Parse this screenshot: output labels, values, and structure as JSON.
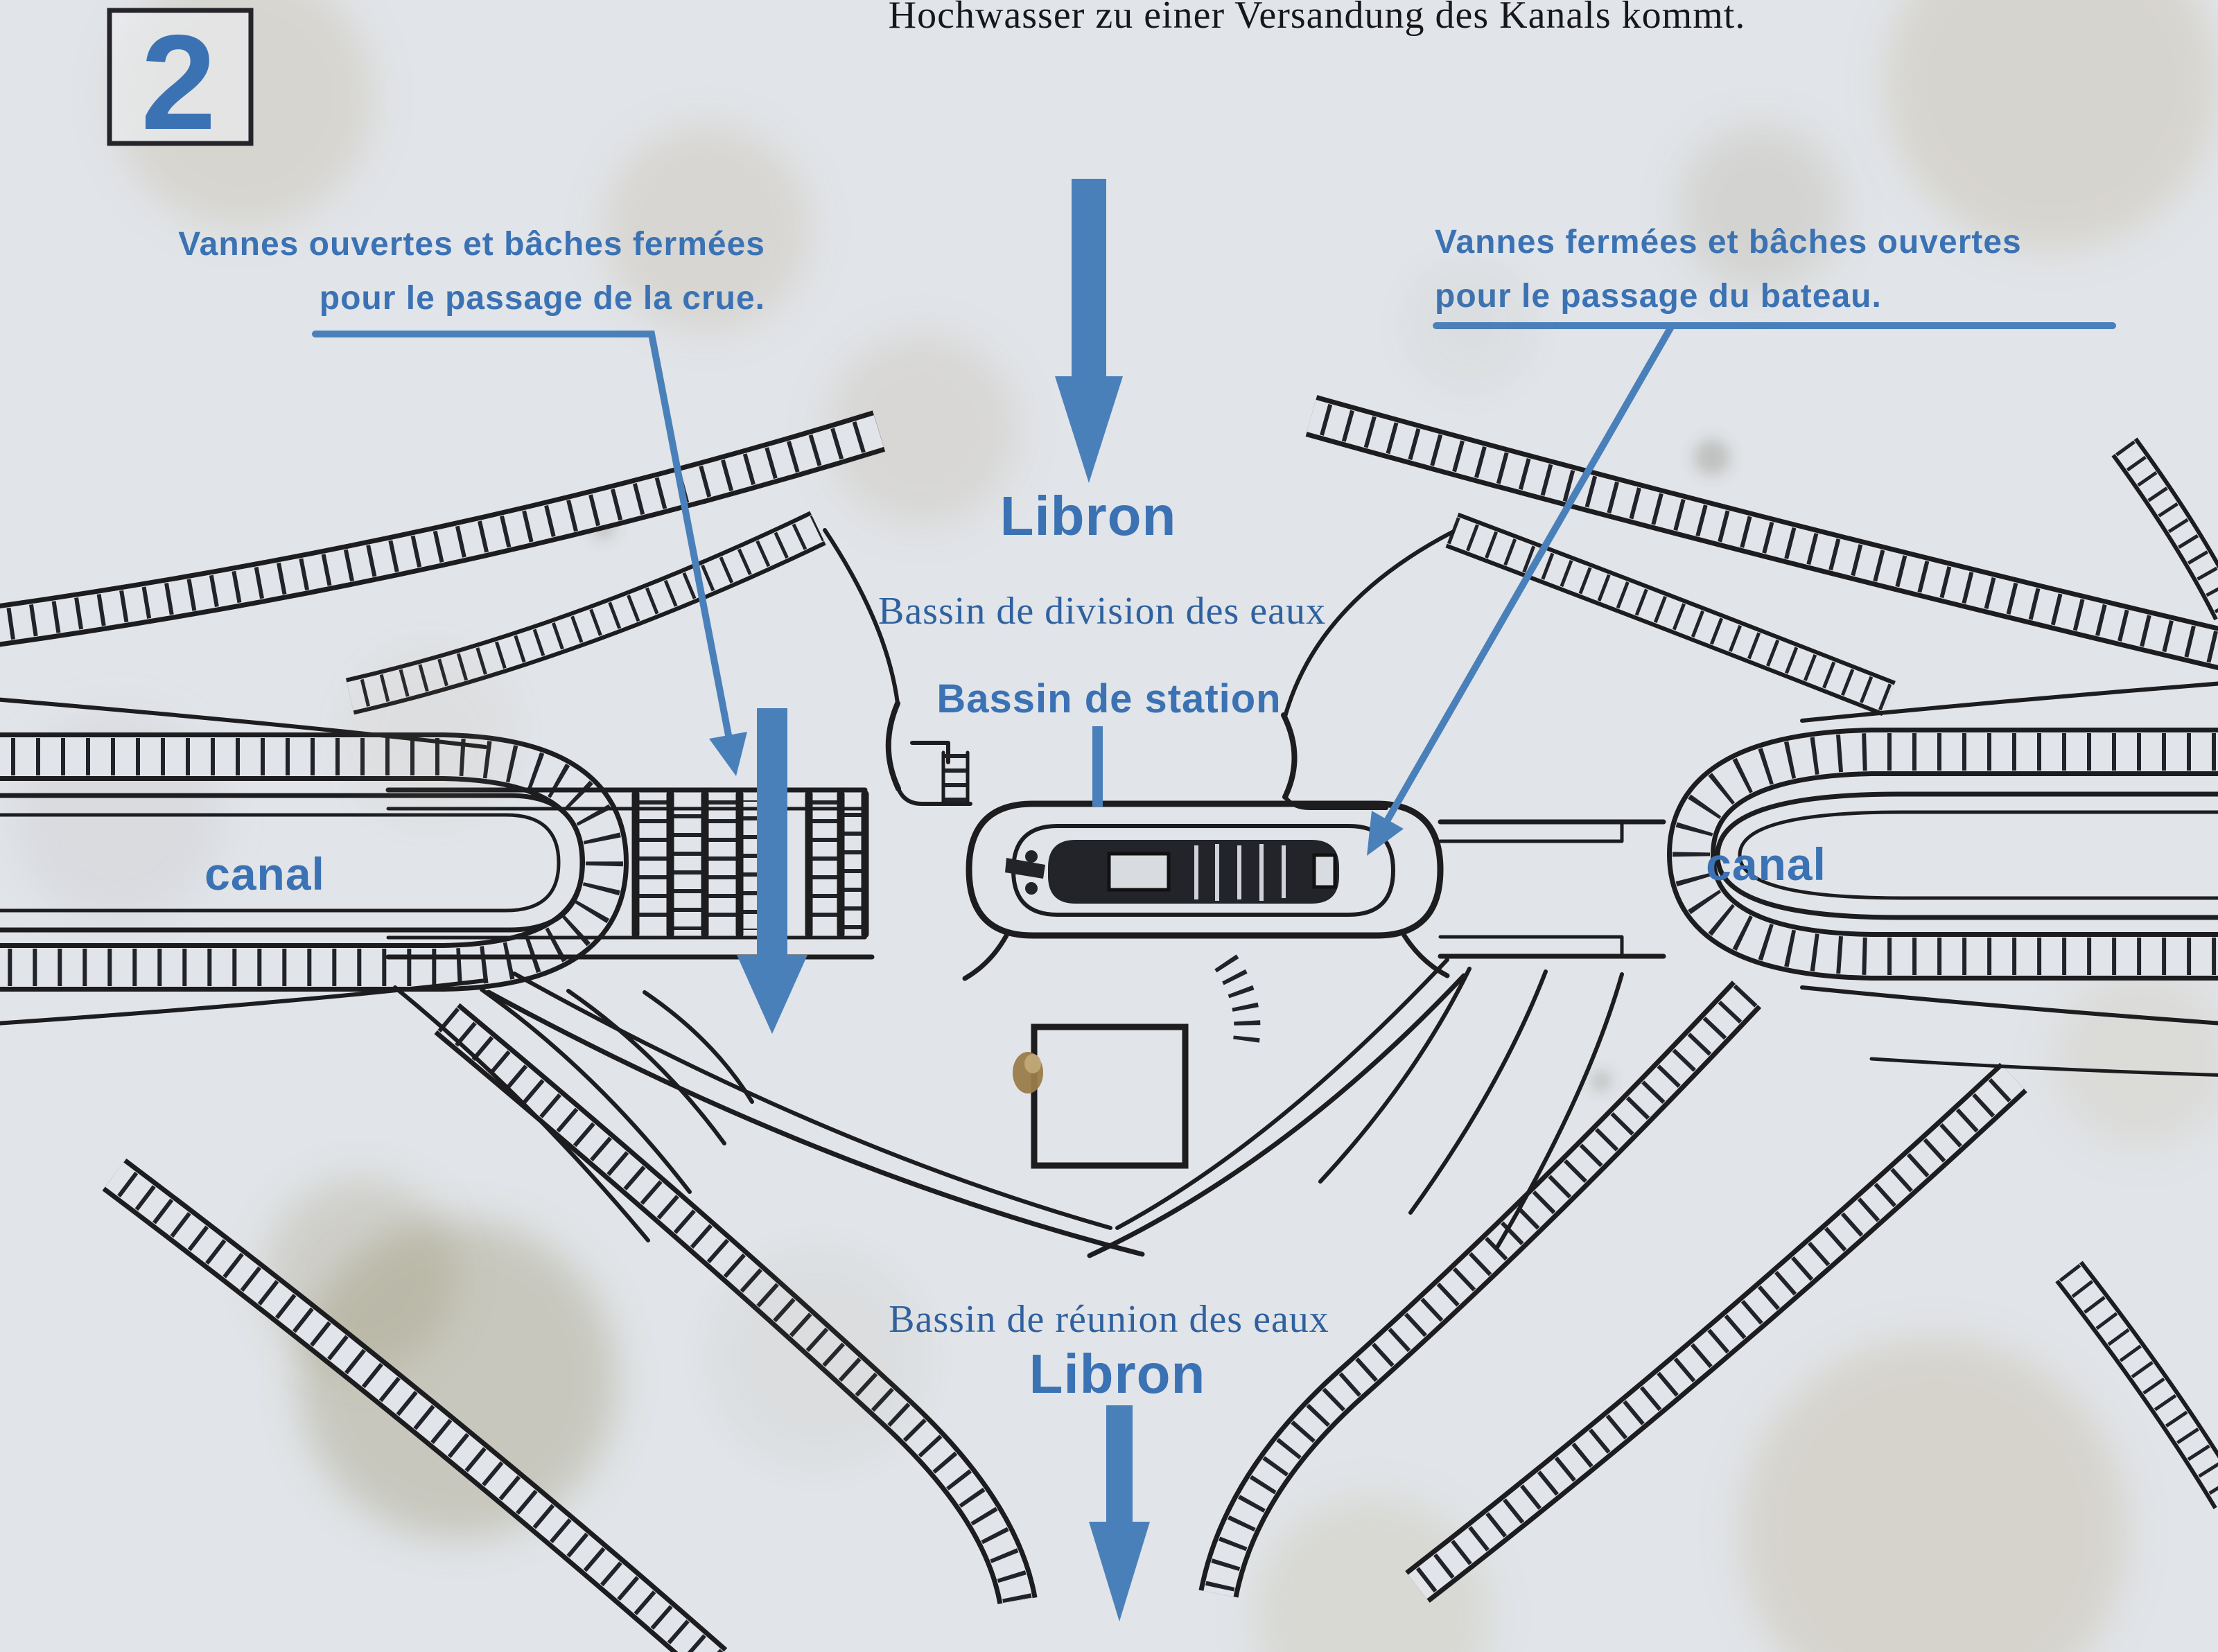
{
  "page": {
    "background_color": "#e1e4e8",
    "ink_color": "#1d1d20",
    "label_blue": "#3b72b4",
    "arrow_blue": "#4a80ba"
  },
  "header": {
    "german_caption": "Hochwasser zu einer Versandung des Kanals kommt.",
    "panel_number": "2"
  },
  "annotations": {
    "left_note": {
      "line1": "Vannes ouvertes et bâches fermées",
      "line2": "pour le passage de la crue."
    },
    "right_note": {
      "line1": "Vannes fermées et bâches ouvertes",
      "line2": "pour le passage du bateau."
    }
  },
  "diagram_labels": {
    "river_top": "Libron",
    "division_basin": "Bassin de division des eaux",
    "station_basin": "Bassin de station",
    "canal_left": "canal",
    "canal_right": "canal",
    "reunion_basin": "Bassin de réunion des eaux",
    "river_bottom": "Libron"
  }
}
